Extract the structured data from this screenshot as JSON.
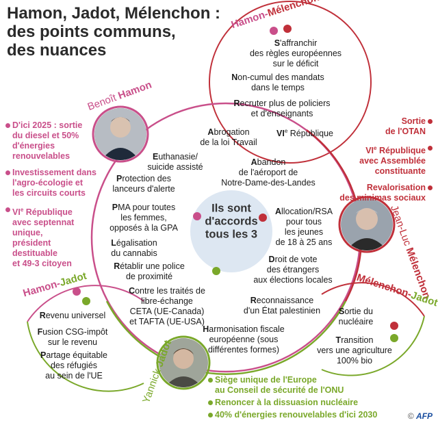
{
  "title": {
    "line1": "Hamon, Jadot, Mélenchon :",
    "line2": "des points communs,",
    "line3": "des nuances"
  },
  "colors": {
    "hamon": "#c94f8a",
    "jadot": "#7aa82a",
    "melenchon": "#c0303a",
    "center": "#dde7f2"
  },
  "names": {
    "hamon_first": "Benoît",
    "hamon_last": "Hamon",
    "jadot_first": "Yannick",
    "jadot_last": "Jadot",
    "melenchon_first": "Jean-Luc",
    "melenchon_last": "Mélenchon"
  },
  "pairs": {
    "hamon_melenchon_a": "Hamon-",
    "hamon_melenchon_b": "Mélenchon",
    "hamon_jadot_a": "Hamon-",
    "hamon_jadot_b": "Jadot",
    "melenchon_jadot_a": "Mélenchon-",
    "melenchon_jadot_b": "Jadot"
  },
  "center": {
    "line1": "Ils sont",
    "line2": "d'accords",
    "line3": "tous les 3"
  },
  "hamon_melenchon_items": [
    {
      "cap": "S",
      "rest": "'affranchir",
      "line2": "des règles européennes",
      "line3": "sur le déficit"
    },
    {
      "cap": "N",
      "rest": "on-cumul des mandats",
      "line2": "dans le temps"
    },
    {
      "cap": "R",
      "rest": "ecruter plus de policiers",
      "line2": "et d'enseignants"
    },
    {
      "cap": "VI",
      "sup": "e",
      "rest": " République"
    }
  ],
  "hamon_circle_items": [
    {
      "cap": "E",
      "rest": "uthanasie/",
      "line2": "suicide assisté"
    },
    {
      "cap": "P",
      "rest": "rotection des",
      "line2": "lanceurs d'alerte"
    },
    {
      "cap": "P",
      "rest": "MA pour toutes",
      "line2": "les femmes,",
      "line3": "opposés à la GPA"
    },
    {
      "cap": "L",
      "rest": "égalisation",
      "line2": "du cannabis"
    },
    {
      "cap": "R",
      "rest": "établir une police",
      "line2": "de proximité"
    },
    {
      "cap": "C",
      "rest": "ontre les traités de",
      "line2": "libre-échange",
      "line3": "CETA (UE-Canada)",
      "line4": "et TAFTA (UE-USA)"
    }
  ],
  "common_items": [
    {
      "cap": "A",
      "rest": "brogation",
      "line2": "de la loi Travail"
    },
    {
      "cap": "A",
      "rest": "bandon",
      "line2": "de l'aéroport de",
      "line3": "Notre-Dame-des-Landes"
    },
    {
      "cap": "A",
      "rest": "llocation/RSA",
      "line2": "pour tous",
      "line3": "les jeunes",
      "line4": "de 18 à 25 ans"
    },
    {
      "cap": "D",
      "rest": "roit de vote",
      "line2": "des étrangers",
      "line3": "aux élections locales"
    },
    {
      "cap": "R",
      "rest": "econnaissance",
      "line2": "d'un État palestinien"
    },
    {
      "cap": "H",
      "rest": "armonisation fiscale",
      "line2": "européenne (sous",
      "line3": "différentes formes)"
    }
  ],
  "hamon_jadot_items": [
    {
      "cap": "R",
      "rest": "evenu universel"
    },
    {
      "cap": "F",
      "rest": "usion CSG-impôt",
      "line2": "sur le revenu"
    },
    {
      "cap": "P",
      "rest": "artage équitable",
      "line2": "des réfugiés",
      "line3": "au sein de l'UE"
    }
  ],
  "melenchon_jadot_items": [
    {
      "cap": "S",
      "rest": "ortie du",
      "line2": "nucléaire"
    },
    {
      "cap": "T",
      "rest": "ransition",
      "line2": "vers une agriculture",
      "line3": "100% bio"
    }
  ],
  "hamon_only": [
    {
      "line1": "D'ici 2025 : sortie",
      "line2": "du diesel et 50%",
      "line3": "d'énergies",
      "line4": "renouvelables"
    },
    {
      "line1": "Investissement dans",
      "line2": "l'agro-écologie et",
      "line3": "les circuits courts"
    },
    {
      "line1": "VI",
      "sup": "e",
      "line1b": " République",
      "line2": "avec septennat",
      "line3": "unique,",
      "line4": "président",
      "line5": "destituable",
      "line6": "et 49-3 citoyen"
    }
  ],
  "melenchon_only": [
    {
      "line1": "Sortie",
      "line2": "de l'OTAN"
    },
    {
      "line1": "VI",
      "sup": "e",
      "line1b": " République",
      "line2": "avec Assemblée",
      "line3": "constituante"
    },
    {
      "line1": "Revalorisation",
      "line2": "des minimas sociaux"
    }
  ],
  "jadot_only": [
    {
      "line1": "Siège unique de l'Europe",
      "line2": "au Conseil de sécurité de l'ONU"
    },
    {
      "line1": "Renoncer à la dissuasion nucléaire"
    },
    {
      "line1": "40% d'énergies renouvelables d'ici 2030"
    }
  ],
  "credit": {
    "copyright": "©",
    "agency": "AFP"
  }
}
